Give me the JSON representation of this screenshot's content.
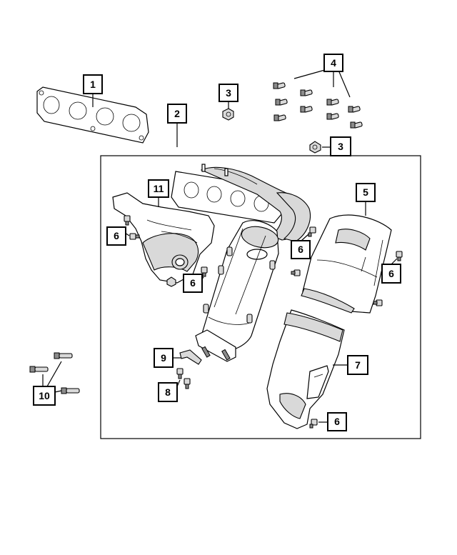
{
  "callouts": [
    {
      "id": "c1",
      "label": "1"
    },
    {
      "id": "c2",
      "label": "2"
    },
    {
      "id": "c3a",
      "label": "3"
    },
    {
      "id": "c3b",
      "label": "3"
    },
    {
      "id": "c4",
      "label": "4"
    },
    {
      "id": "c5",
      "label": "5"
    },
    {
      "id": "c6a",
      "label": "6"
    },
    {
      "id": "c6b",
      "label": "6"
    },
    {
      "id": "c6c",
      "label": "6"
    },
    {
      "id": "c6d",
      "label": "6"
    },
    {
      "id": "c6e",
      "label": "6"
    },
    {
      "id": "c7",
      "label": "7"
    },
    {
      "id": "c8",
      "label": "8"
    },
    {
      "id": "c9",
      "label": "9"
    },
    {
      "id": "c10",
      "label": "10"
    },
    {
      "id": "c11",
      "label": "11"
    }
  ]
}
